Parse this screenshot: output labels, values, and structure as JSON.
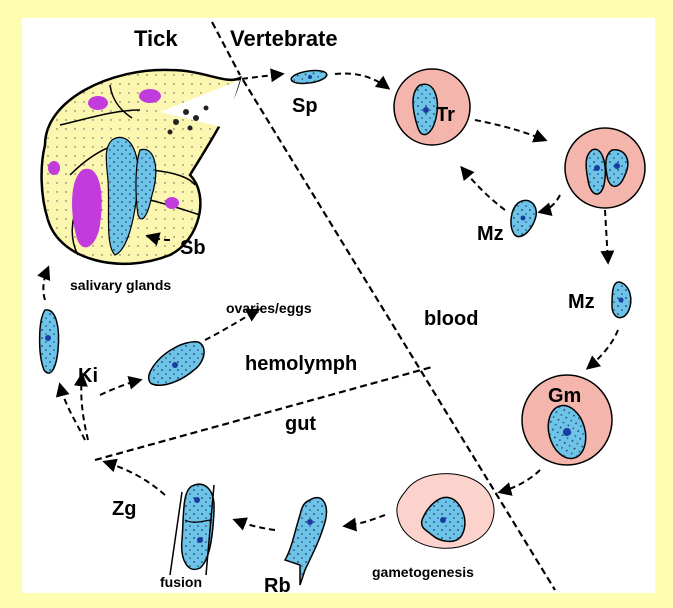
{
  "colors": {
    "background": "#fffdb0",
    "panel": "#ffffff",
    "cell": "#6ec3e8",
    "rbc": "#f4b6ac",
    "gland": "#fbf6b0",
    "nucleus_purple": "#c23bdc"
  },
  "labels": {
    "tick": "Tick",
    "vertebrate": "Vertebrate",
    "sp": "Sp",
    "tr": "Tr",
    "mz1": "Mz",
    "mz2": "Mz",
    "gm": "Gm",
    "sb": "Sb",
    "salivary": "salivary glands",
    "ovaries": "ovaries/eggs",
    "blood": "blood",
    "hemolymph": "hemolymph",
    "gut": "gut",
    "ki": "Ki",
    "zg": "Zg",
    "fusion": "fusion",
    "rb": "Rb",
    "gametogenesis": "gametogenesis"
  }
}
